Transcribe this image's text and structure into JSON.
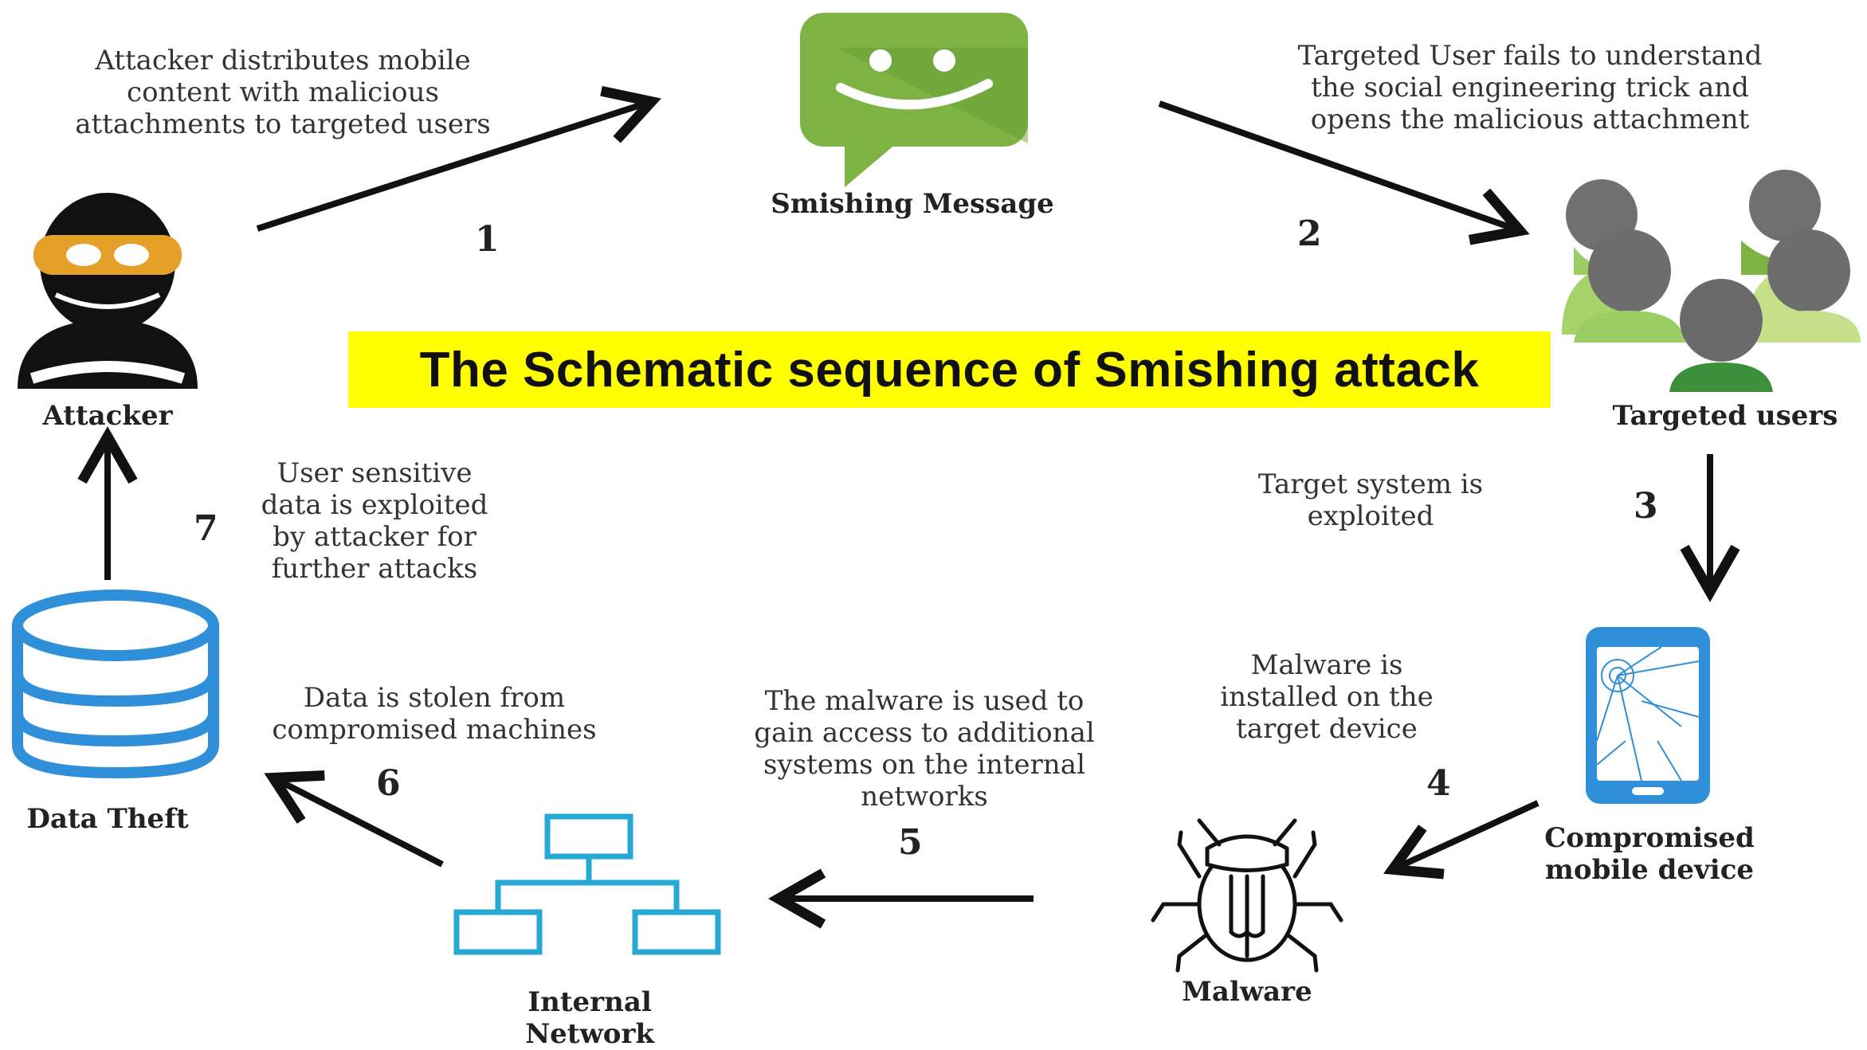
{
  "title": "The Schematic sequence of Smishing attack",
  "nodes": {
    "attacker": "Attacker",
    "smishing_message": "Smishing Message",
    "targeted_users": "Targeted users",
    "compromised_device": "Compromised\nmobile device",
    "malware": "Malware",
    "internal_network": "Internal\nNetwork",
    "data_theft": "Data Theft"
  },
  "steps": [
    {
      "number": "1",
      "text": "Attacker distributes mobile\ncontent with malicious\nattachments to targeted users"
    },
    {
      "number": "2",
      "text": "Targeted User fails to understand\nthe social engineering trick and\nopens the malicious attachment"
    },
    {
      "number": "3",
      "text": "Target system is\nexploited"
    },
    {
      "number": "4",
      "text": "Malware is\ninstalled on the\ntarget device"
    },
    {
      "number": "5",
      "text": "The malware is used to\ngain access to additional\nsystems on the internal\nnetworks"
    },
    {
      "number": "6",
      "text": "Data is stolen from\ncompromised machines"
    },
    {
      "number": "7",
      "text": "User sensitive\ndata is exploited\nby attacker for\nfurther attacks"
    }
  ],
  "icons": {
    "attacker": "masked-thief-icon",
    "smishing_message": "chat-bubble-smile-icon",
    "targeted_users": "user-group-icon",
    "compromised_device": "cracked-phone-icon",
    "malware": "bug-icon",
    "internal_network": "network-hierarchy-icon",
    "data_theft": "database-icon"
  },
  "colors": {
    "banner": "#ffff00",
    "message_green": "#7cb342",
    "mask_orange": "#e5a02a",
    "blue_icon": "#2f8fd8",
    "network_cyan": "#27a9d6"
  }
}
